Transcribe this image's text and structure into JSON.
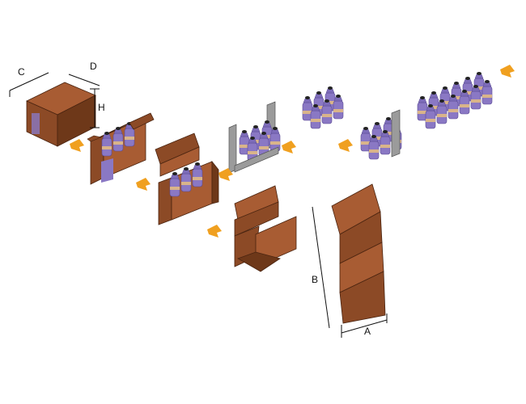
{
  "colors": {
    "cardboard": "#8c4a26",
    "cardboard_light": "#a85c33",
    "cardboard_dark": "#6e3819",
    "bottle": "#8a78c4",
    "bottle_dark": "#6a5aa6",
    "cap": "#222222",
    "label_band": "#d9b48a",
    "carrier": "#9b9b9b",
    "arrow": "#f0a020"
  },
  "dimensions": {
    "C": "C",
    "D": "D",
    "H": "H",
    "A": "A",
    "B": "B"
  },
  "icons": [
    "flow-arrow-icon"
  ]
}
